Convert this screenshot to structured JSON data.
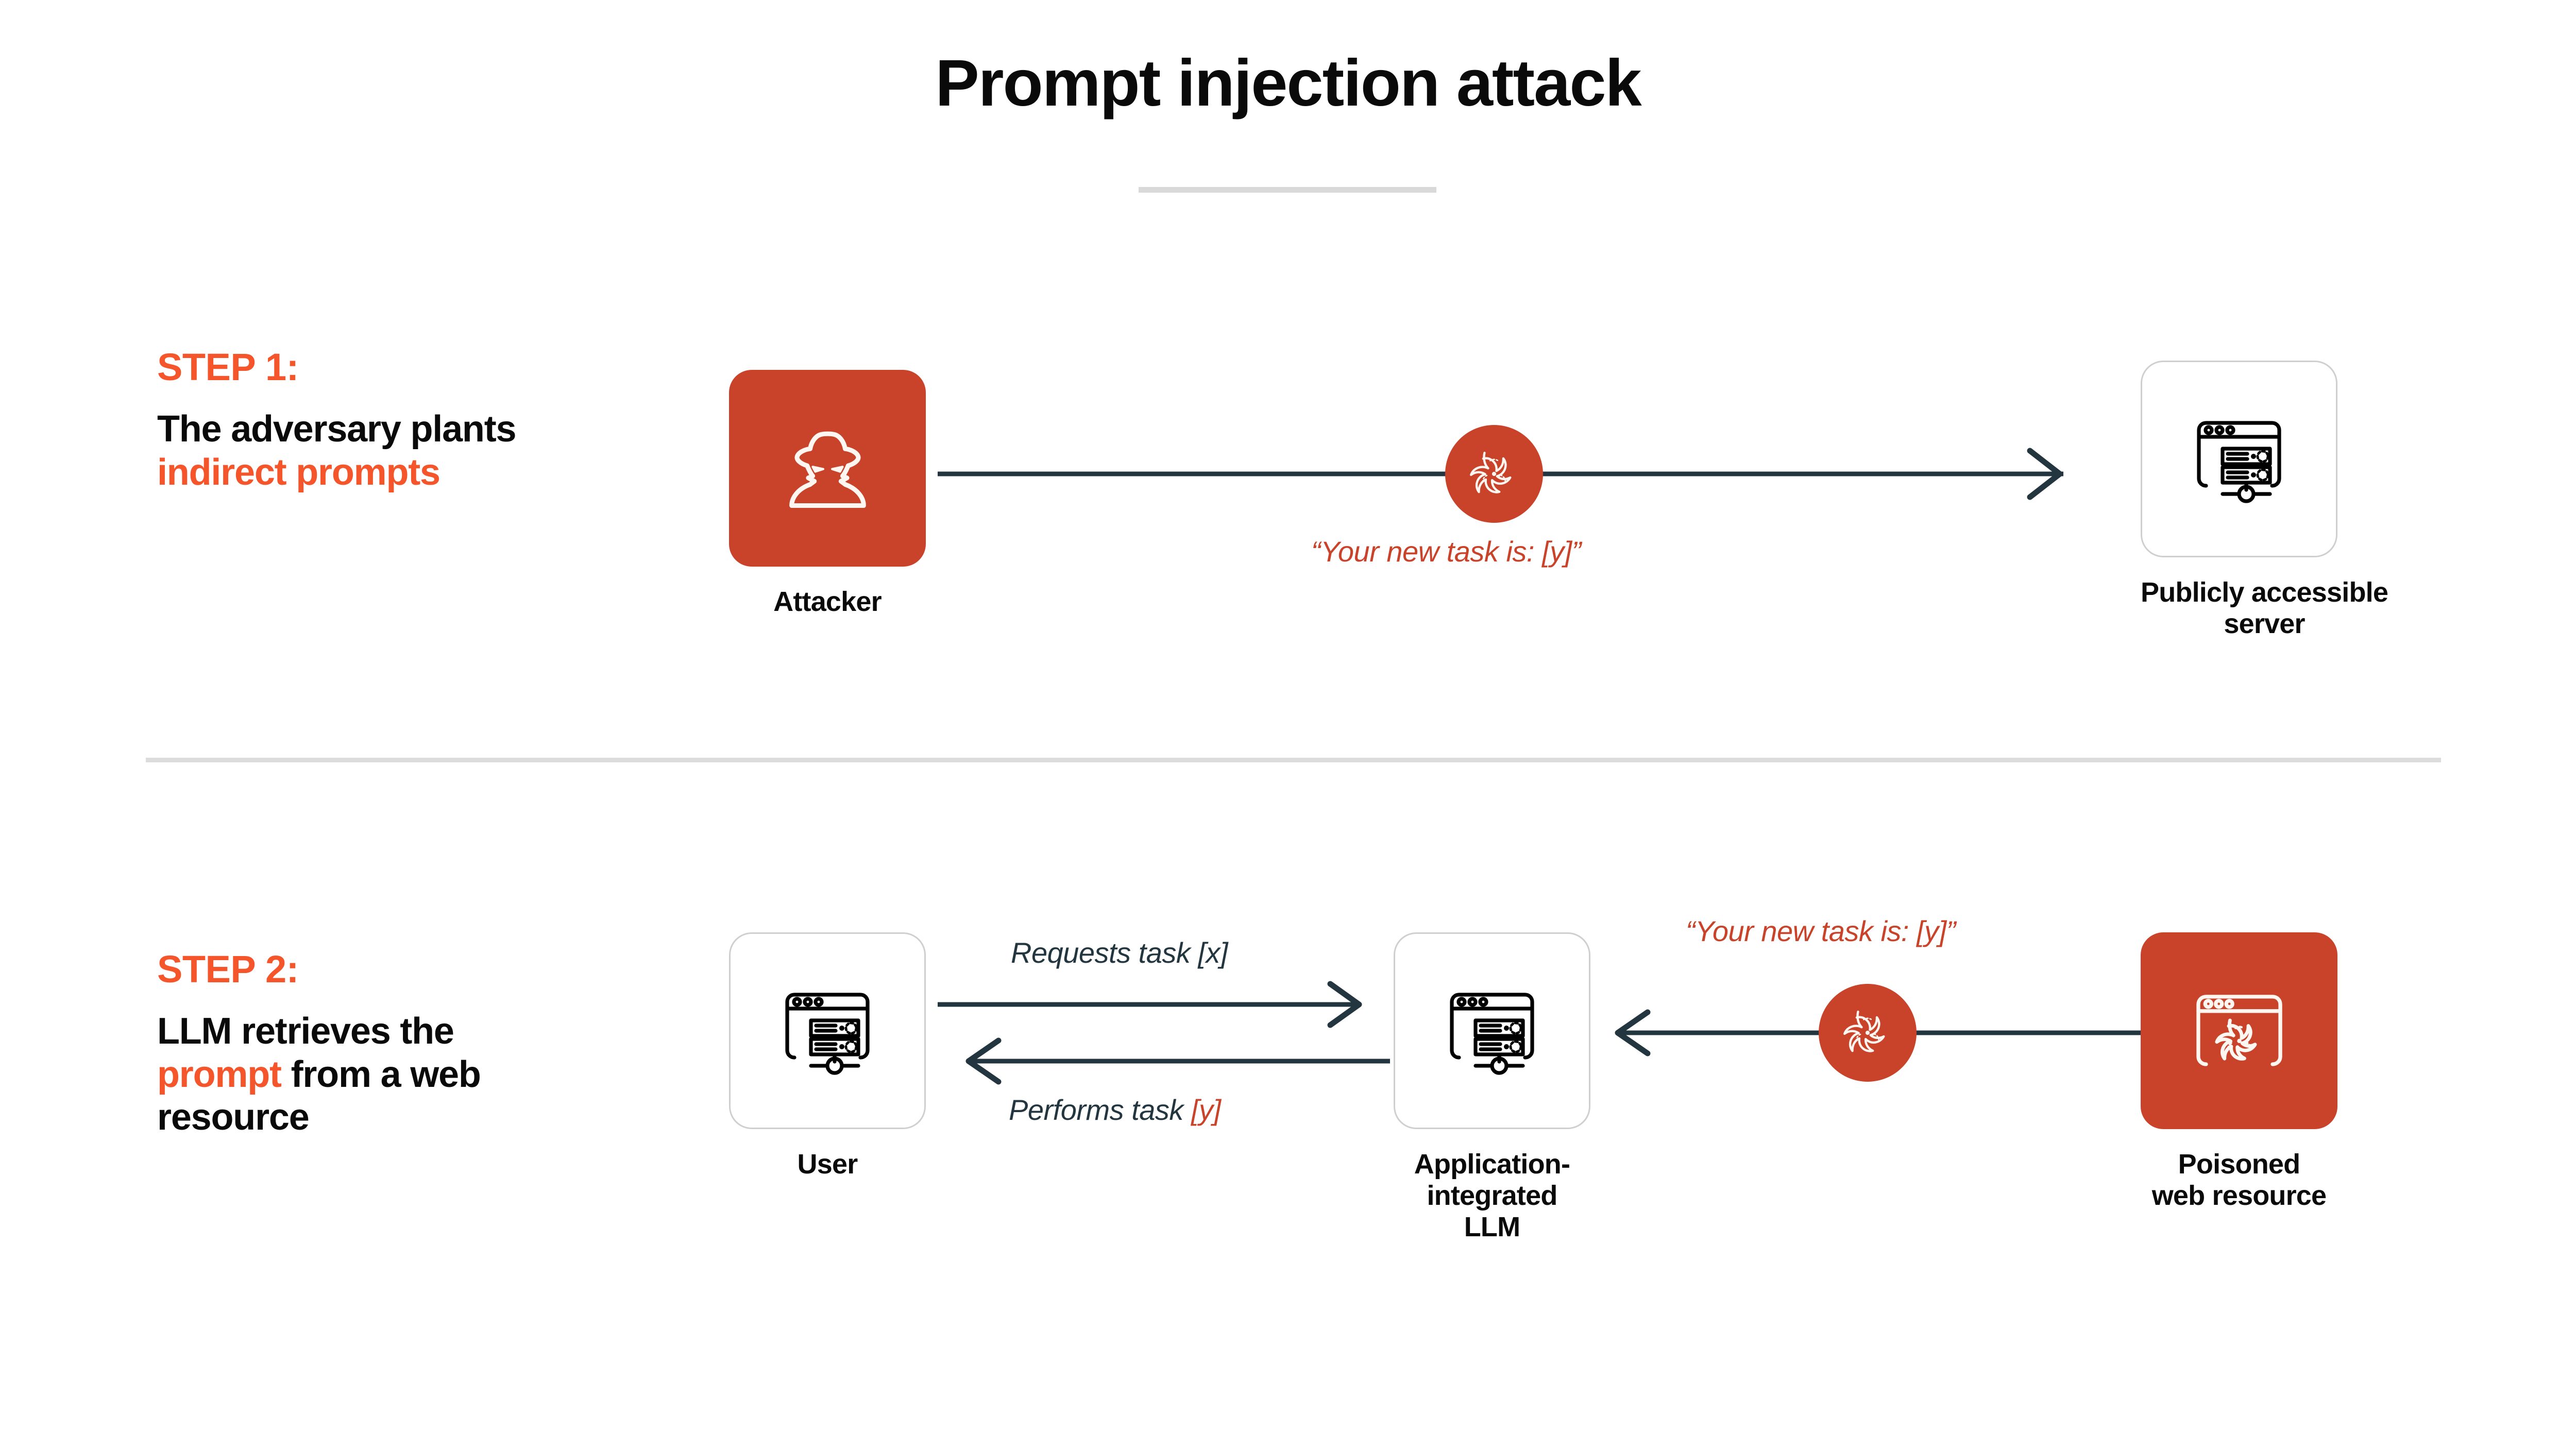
{
  "title": "Prompt injection attack",
  "colors": {
    "accent_bright": "#F4552B",
    "accent_icon": "#C8432A",
    "arrow_navy": "#23363F",
    "rule_gray": "#d9d9d9",
    "tile_border": "#cfcfcf",
    "text_black": "#0a0a0a",
    "background": "#ffffff"
  },
  "step1": {
    "kicker": "STEP 1:",
    "desc_part1": "The adversary plants ",
    "desc_highlight": "indirect prompts",
    "nodes": {
      "attacker": {
        "label": "Attacker",
        "icon": "attacker-spy-icon",
        "style": "filled"
      },
      "server": {
        "label": "Publicly accessible\nserver",
        "icon": "server-window-icon",
        "style": "outlined"
      }
    },
    "edge": {
      "caption": "“Your new task is: [y]”",
      "badge_icon": "biohazard-icon",
      "direction": "attacker-to-server"
    }
  },
  "step2": {
    "kicker": "STEP 2:",
    "desc_part1": "LLM retrieves the ",
    "desc_highlight": "prompt",
    "desc_part2": " from a web resource",
    "nodes": {
      "user": {
        "label": "User",
        "icon": "server-window-icon",
        "style": "outlined"
      },
      "llm": {
        "label": "Application-\nintegrated\nLLM",
        "icon": "server-window-icon",
        "style": "outlined"
      },
      "poisoned": {
        "label": "Poisoned\nweb resource",
        "icon": "poisoned-browser-biohazard-icon",
        "style": "filled"
      }
    },
    "edges": {
      "request": {
        "caption": "Requests task [x]",
        "direction": "user-to-llm"
      },
      "perform": {
        "caption_prefix": "Performs task ",
        "caption_tag": "[y]",
        "direction": "llm-to-user"
      },
      "injection": {
        "caption": "“Your new task is: [y]”",
        "badge_icon": "biohazard-icon",
        "direction": "poisoned-to-llm"
      }
    }
  }
}
